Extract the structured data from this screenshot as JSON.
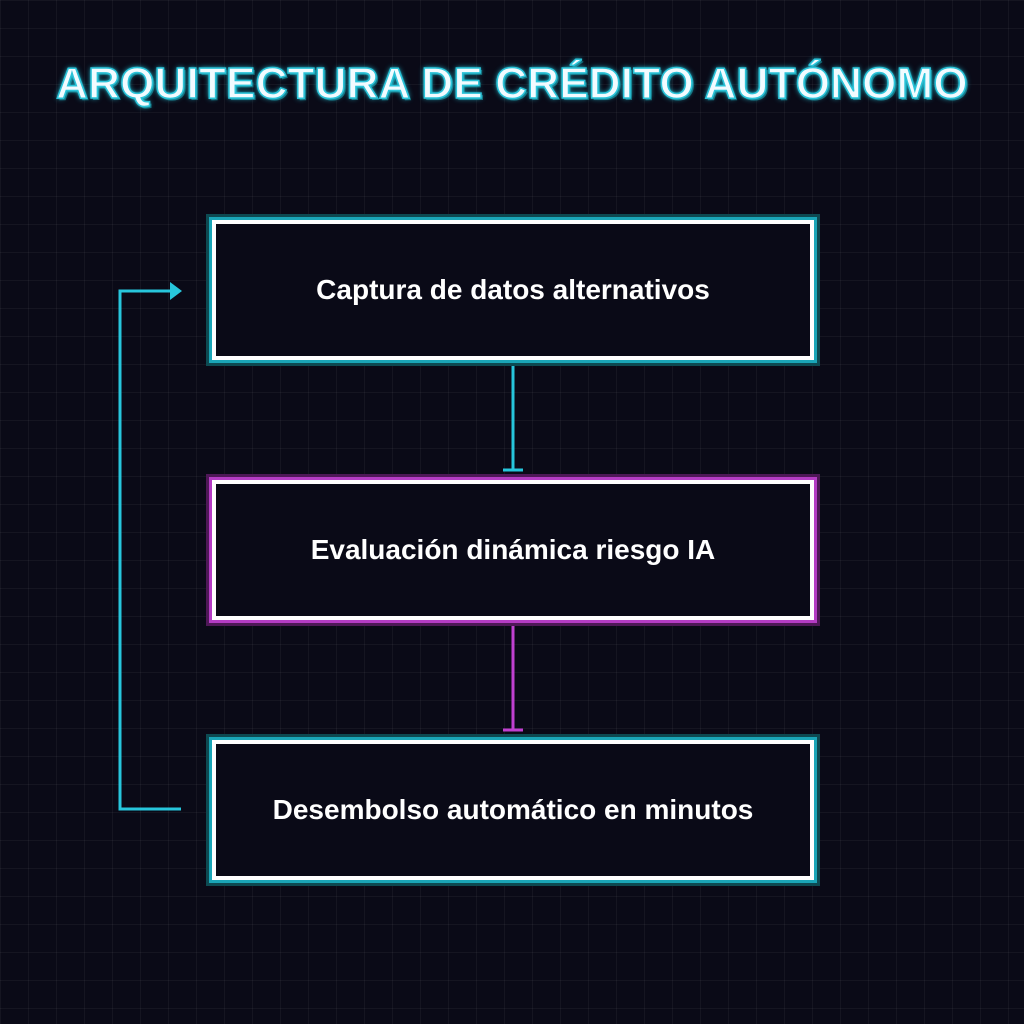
{
  "diagram": {
    "title": "ARQUITECTURA DE CRÉDITO AUTÓNOMO",
    "nodes": [
      {
        "id": "captura",
        "label": "Captura de datos alternativos",
        "accent": "#27c6dc"
      },
      {
        "id": "evaluacion",
        "label": "Evaluación dinámica riesgo IA",
        "accent": "#c040d0"
      },
      {
        "id": "desembolso",
        "label": "Desembolso automático en minutos",
        "accent": "#27c6dc"
      }
    ],
    "edges": [
      {
        "from": "captura",
        "to": "evaluacion",
        "color": "#27c6dc"
      },
      {
        "from": "evaluacion",
        "to": "desembolso",
        "color": "#c040d0"
      },
      {
        "from": "desembolso",
        "to": "captura",
        "color": "#27c6dc",
        "kind": "feedback-loop"
      }
    ]
  },
  "colors": {
    "background": "#0a0a17",
    "cyan": "#27c6dc",
    "magenta": "#c040d0",
    "box_border": "#ffffff"
  }
}
